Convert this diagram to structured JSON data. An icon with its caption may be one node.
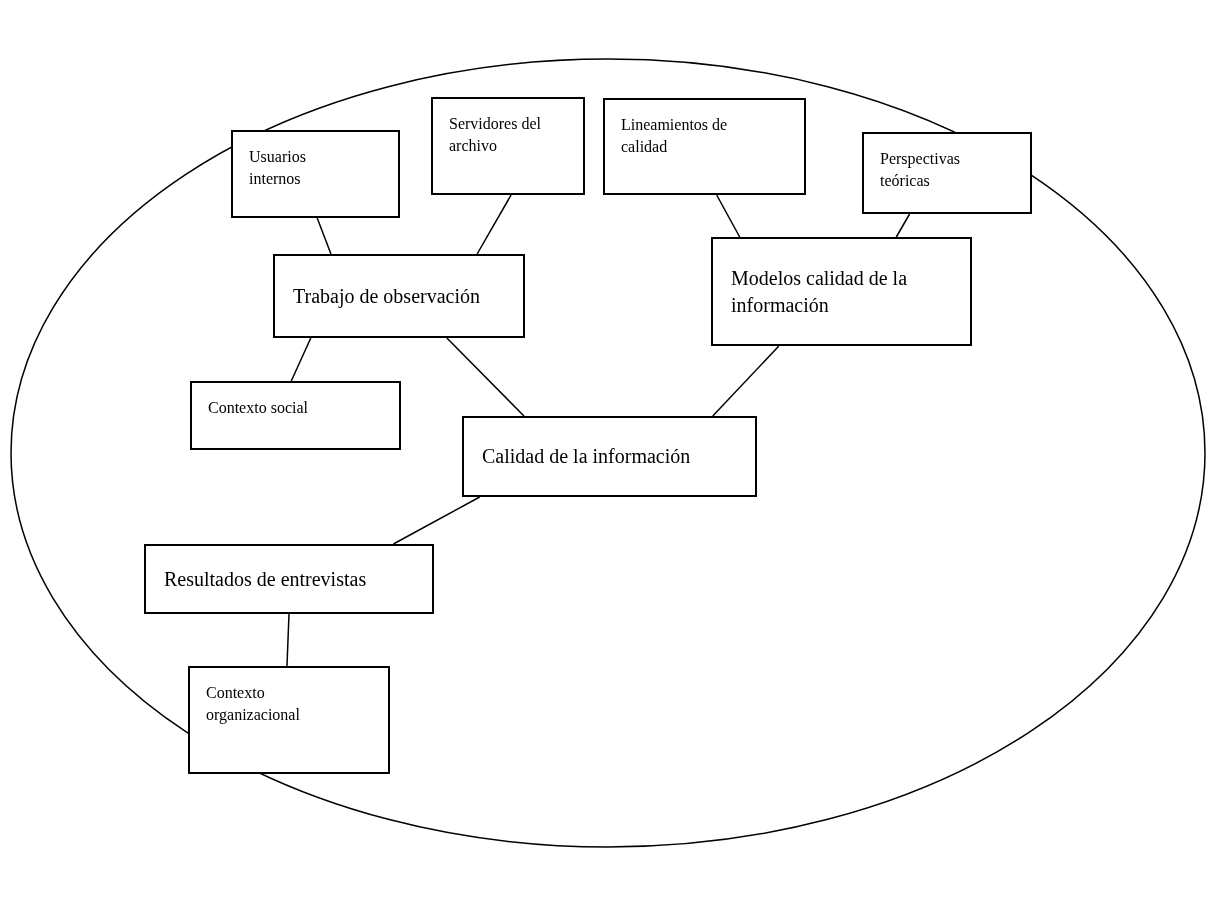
{
  "diagram": {
    "nodes": [
      {
        "text": [
          "Usuarios internos"
        ]
      },
      {
        "text": [
          "Servidores del archivo"
        ]
      },
      {
        "text": [
          "Lineamientos de calidad"
        ]
      },
      {
        "text": [
          "Perspectivas teóricas"
        ]
      },
      {
        "text": [
          "Trabajo de observación"
        ]
      },
      {
        "text": [
          "Modelos calidad de la información"
        ]
      },
      {
        "text": [
          "Contexto social"
        ]
      },
      {
        "text": [
          "Calidad de la información"
        ]
      },
      {
        "text": [
          "Resultados de entrevistas"
        ]
      },
      {
        "text": [
          "Contexto organizacional"
        ]
      }
    ],
    "edges": [
      {
        "from": 0,
        "to": 4,
        "arrow": "none"
      },
      {
        "from": 1,
        "to": 4,
        "arrow": "none"
      },
      {
        "from": 2,
        "to": 5,
        "arrow": "none"
      },
      {
        "from": 3,
        "to": 5,
        "arrow": "none"
      },
      {
        "from": 4,
        "to": 6,
        "arrow": "none"
      },
      {
        "from": 4,
        "to": 7,
        "arrow": "none"
      },
      {
        "from": 5,
        "to": 7,
        "arrow": "none"
      },
      {
        "from": 7,
        "to": 8,
        "arrow": "none"
      },
      {
        "from": 8,
        "to": 9,
        "arrow": "none"
      }
    ]
  }
}
